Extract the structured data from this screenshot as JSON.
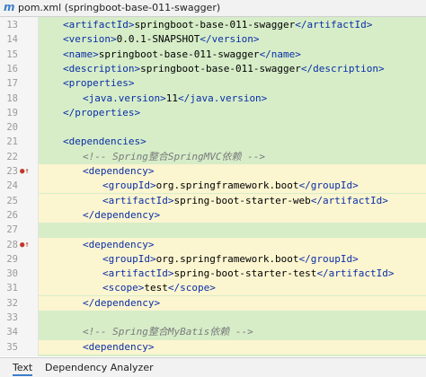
{
  "file_tab": {
    "icon": "maven-m-icon",
    "label": "pom.xml (springboot-base-011-swagger)"
  },
  "lines": [
    {
      "num": "13",
      "indent": 1,
      "yellow": false,
      "parts": [
        [
          "tag",
          "<artifactId>"
        ],
        [
          "txt",
          "springboot-base-011-swagger"
        ],
        [
          "tag",
          "</artifactId>"
        ]
      ]
    },
    {
      "num": "14",
      "indent": 1,
      "yellow": false,
      "parts": [
        [
          "tag",
          "<version>"
        ],
        [
          "txt",
          "0.0.1-SNAPSHOT"
        ],
        [
          "tag",
          "</version>"
        ]
      ]
    },
    {
      "num": "15",
      "indent": 1,
      "yellow": false,
      "parts": [
        [
          "tag",
          "<name>"
        ],
        [
          "txt",
          "springboot-base-011-swagger"
        ],
        [
          "tag",
          "</name>"
        ]
      ]
    },
    {
      "num": "16",
      "indent": 1,
      "yellow": false,
      "parts": [
        [
          "tag",
          "<description>"
        ],
        [
          "txt",
          "springboot-base-011-swagger"
        ],
        [
          "tag",
          "</description>"
        ]
      ]
    },
    {
      "num": "17",
      "indent": 1,
      "yellow": false,
      "parts": [
        [
          "tag",
          "<properties>"
        ]
      ]
    },
    {
      "num": "18",
      "indent": 2,
      "yellow": false,
      "parts": [
        [
          "tag",
          "<java.version>"
        ],
        [
          "txt",
          "11"
        ],
        [
          "tag",
          "</java.version>"
        ]
      ]
    },
    {
      "num": "19",
      "indent": 1,
      "yellow": false,
      "parts": [
        [
          "tag",
          "</properties>"
        ]
      ]
    },
    {
      "num": "20",
      "indent": 0,
      "yellow": false,
      "parts": []
    },
    {
      "num": "21",
      "indent": 1,
      "yellow": false,
      "parts": [
        [
          "tag",
          "<dependencies>"
        ]
      ]
    },
    {
      "num": "22",
      "indent": 2,
      "yellow": false,
      "parts": [
        [
          "comment",
          "<!-- Spring整合SpringMVC依赖 -->"
        ]
      ]
    },
    {
      "num": "23",
      "indent": 2,
      "yellow": true,
      "parts": [
        [
          "tag",
          "<dependency>"
        ]
      ]
    },
    {
      "num": "24",
      "indent": 3,
      "yellow": true,
      "parts": [
        [
          "tag",
          "<groupId>"
        ],
        [
          "txt",
          "org.springframework.boot"
        ],
        [
          "tag",
          "</groupId>"
        ]
      ]
    },
    {
      "num": "25",
      "indent": 3,
      "yellow": true,
      "parts": [
        [
          "tag",
          "<artifactId>"
        ],
        [
          "txt",
          "spring-boot-starter-web"
        ],
        [
          "tag",
          "</artifactId>"
        ]
      ]
    },
    {
      "num": "26",
      "indent": 2,
      "yellow": true,
      "parts": [
        [
          "tag",
          "</dependency>"
        ]
      ]
    },
    {
      "num": "27",
      "indent": 0,
      "yellow": false,
      "parts": []
    },
    {
      "num": "28",
      "indent": 2,
      "yellow": true,
      "parts": [
        [
          "tag",
          "<dependency>"
        ]
      ]
    },
    {
      "num": "29",
      "indent": 3,
      "yellow": true,
      "parts": [
        [
          "tag",
          "<groupId>"
        ],
        [
          "txt",
          "org.springframework.boot"
        ],
        [
          "tag",
          "</groupId>"
        ]
      ]
    },
    {
      "num": "30",
      "indent": 3,
      "yellow": true,
      "parts": [
        [
          "tag",
          "<artifactId>"
        ],
        [
          "txt",
          "spring-boot-starter-test"
        ],
        [
          "tag",
          "</artifactId>"
        ]
      ]
    },
    {
      "num": "31",
      "indent": 3,
      "yellow": true,
      "parts": [
        [
          "tag",
          "<scope>"
        ],
        [
          "txt",
          "test"
        ],
        [
          "tag",
          "</scope>"
        ]
      ]
    },
    {
      "num": "32",
      "indent": 2,
      "yellow": true,
      "parts": [
        [
          "tag",
          "</dependency>"
        ]
      ]
    },
    {
      "num": "33",
      "indent": 0,
      "yellow": false,
      "parts": []
    },
    {
      "num": "34",
      "indent": 2,
      "yellow": false,
      "parts": [
        [
          "comment",
          "<!-- Spring整合MyBatis依赖 -->"
        ]
      ]
    },
    {
      "num": "35",
      "indent": 2,
      "yellow": true,
      "parts": [
        [
          "tag",
          "<dependency>"
        ]
      ]
    }
  ],
  "gutter_markers": [
    "23",
    "28"
  ],
  "bottom_tabs": [
    {
      "label": "Text",
      "active": true
    },
    {
      "label": "Dependency Analyzer",
      "active": false
    }
  ]
}
